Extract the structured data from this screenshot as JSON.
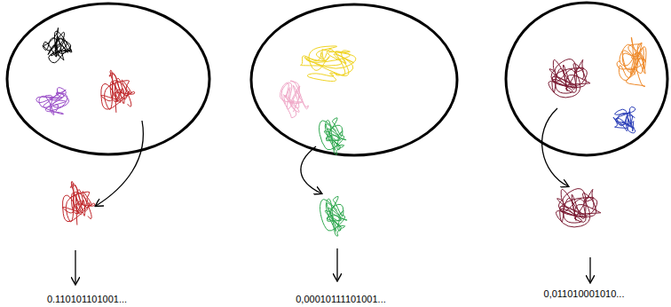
{
  "diagram": {
    "labels": [
      "0.110101101001...",
      "0,00010111101001...",
      "0,011010001010..."
    ]
  }
}
